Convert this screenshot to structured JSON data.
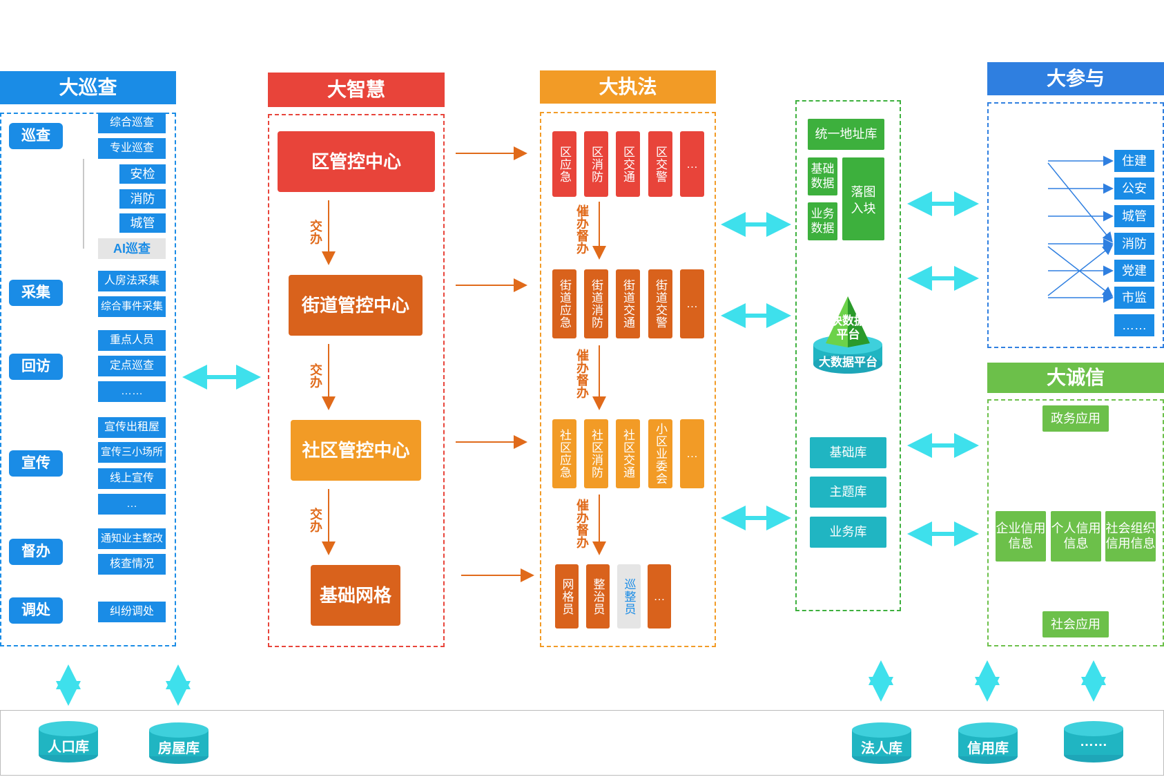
{
  "columns": {
    "patrol": {
      "title": "大巡查",
      "color": "#1a8ce6"
    },
    "wisdom": {
      "title": "大智慧",
      "color": "#e8443a"
    },
    "law": {
      "title": "大执法",
      "color": "#f29b26"
    },
    "participate": {
      "title": "大参与",
      "color": "#2f7fe0"
    },
    "credit": {
      "title": "大诚信",
      "color": "#6cc04a"
    }
  },
  "patrol": {
    "categories": [
      "巡查",
      "采集",
      "回访",
      "宣传",
      "督办",
      "调处"
    ],
    "items": {
      "xuncha": [
        "综合巡查",
        "专业巡查"
      ],
      "xuncha_sub": [
        "安检",
        "消防",
        "城管"
      ],
      "ai": "AI巡查",
      "caiji": [
        "人房法采集",
        "综合事件采集"
      ],
      "huifang": [
        "重点人员",
        "定点巡查",
        "……"
      ],
      "xuanchuan": [
        "宣传出租屋",
        "宣传三小场所",
        "线上宣传",
        "…"
      ],
      "duban": [
        "通知业主整改",
        "核查情况"
      ],
      "tiaochu": [
        "纠纷调处"
      ]
    }
  },
  "wisdom": {
    "centers": [
      "区管控中心",
      "街道管控中心",
      "社区管控中心",
      "基础网格"
    ],
    "handoff": "交办"
  },
  "law": {
    "row1": [
      "区应急",
      "区消防",
      "区交通",
      "区交警",
      "…"
    ],
    "row2": [
      "街道应急",
      "街道消防",
      "街道交通",
      "街道交警",
      "…"
    ],
    "row3": [
      "社区应急",
      "社区消防",
      "社区交通",
      "小区业委会",
      "…"
    ],
    "row4": [
      "网格员",
      "整治员",
      "巡整员",
      "…"
    ],
    "urge": "催办督办"
  },
  "data": {
    "address": "统一地址库",
    "base_data": "基础数据",
    "biz_data": "业务数据",
    "landing": "落图入块",
    "pyramid_label": "块数据平台",
    "platform": "大数据平台",
    "libs": [
      "基础库",
      "主题库",
      "业务库"
    ]
  },
  "participate": {
    "targets": [
      "住建",
      "公安",
      "城管",
      "消防",
      "党建",
      "市监",
      "……"
    ]
  },
  "credit": {
    "gov": "政务应用",
    "items": [
      "企业信用信息",
      "个人信用信息",
      "社会组织信用信息"
    ],
    "social": "社会应用"
  },
  "databases": [
    "人口库",
    "房屋库",
    "法人库",
    "信用库",
    "……"
  ],
  "colors": {
    "arrow_cyan": "#3ee0ec",
    "arrow_orange": "#e06a1a",
    "red": "#e8443a",
    "dark_orange": "#d9621c",
    "light_orange": "#f29b26",
    "green": "#3db03d",
    "teal": "#20b5c2"
  }
}
